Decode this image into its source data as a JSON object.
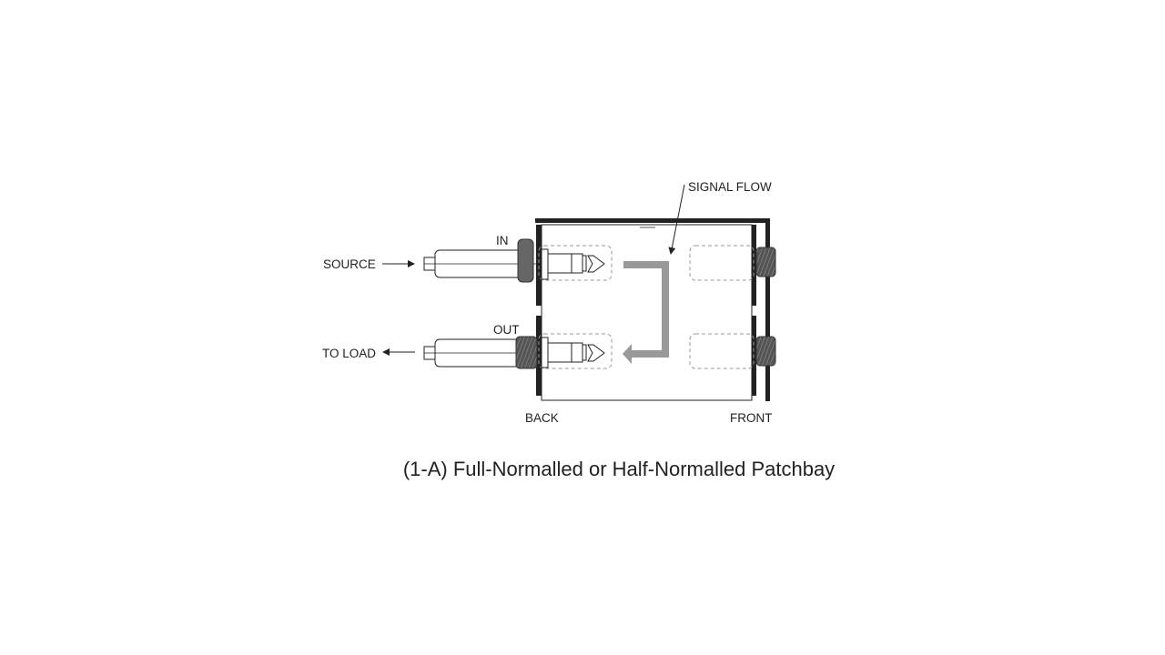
{
  "diagram": {
    "labels": {
      "source": "SOURCE",
      "to_load": "TO LOAD",
      "in": "IN",
      "out": "OUT",
      "signal_flow": "SIGNAL FLOW",
      "back": "BACK",
      "front": "FRONT"
    },
    "caption": "(1-A) Full-Normalled or Half-Normalled Patchbay",
    "colors": {
      "ink": "#222222",
      "flow_arrow": "#999999",
      "nut": "#666666",
      "dashed": "#999999"
    }
  }
}
